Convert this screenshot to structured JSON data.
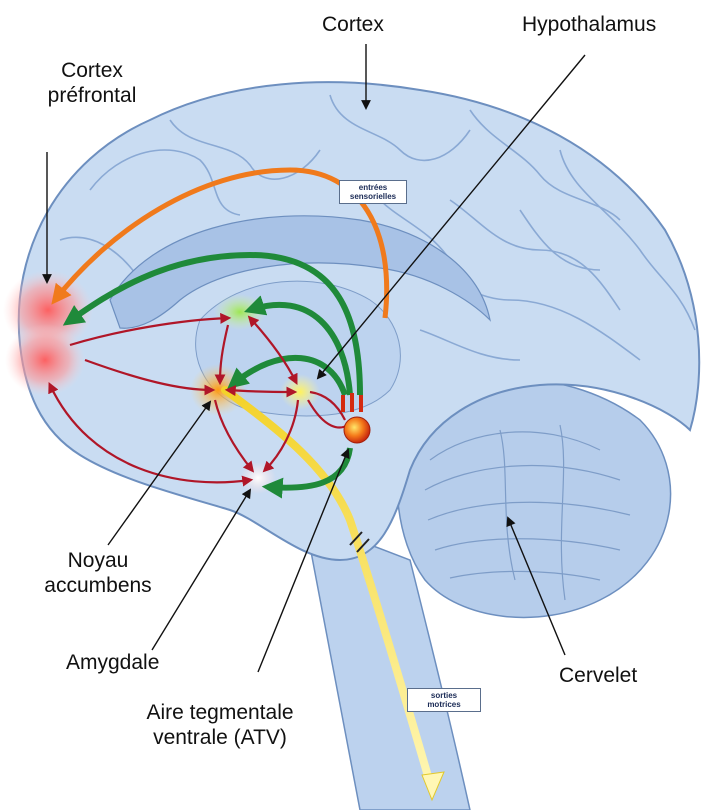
{
  "labels": {
    "cortex": "Cortex",
    "hypothalamus": "Hypothalamus",
    "cortex_prefrontal_line1": "Cortex",
    "cortex_prefrontal_line2": "préfrontal",
    "noyau_line1": "Noyau",
    "noyau_line2": "accumbens",
    "amygdale": "Amygdale",
    "atv_line1": "Aire tegmentale",
    "atv_line2": "ventrale (ATV)",
    "cervelet": "Cervelet"
  },
  "tags": {
    "entrees_line1": "entrées",
    "entrees_line2": "sensorielles",
    "sorties_line1": "sorties",
    "sorties_line2": "motrices"
  },
  "colors": {
    "brain_fill": "#c9dcf2",
    "brain_dark": "#9fb9dc",
    "brain_outline": "#6d8fbf",
    "orange_path": "#f07a1c",
    "green_path": "#1f8a3a",
    "red_path": "#b01628",
    "yellow_path": "#f3d22a",
    "atv_core": "#f04a10"
  }
}
